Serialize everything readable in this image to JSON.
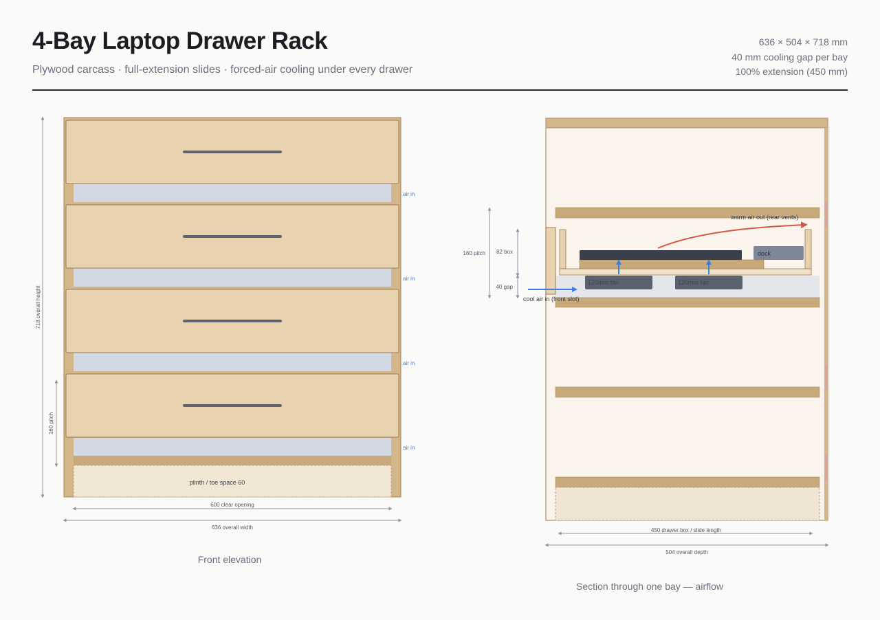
{
  "header": {
    "title": "4-Bay Laptop Drawer Rack",
    "subtitle": "Plywood carcass · full-extension slides · forced-air cooling under every drawer",
    "specs": [
      "636 × 504 × 718 mm",
      "40 mm cooling gap per bay",
      "100% extension (450 mm)"
    ]
  },
  "front": {
    "caption": "Front elevation",
    "air_label": "air in",
    "plinth_label": "plinth / toe space 60",
    "dim_overall_height": "718 overall height",
    "dim_pitch": "160 pitch",
    "dim_clear_opening": "600 clear opening",
    "dim_overall_width": "636 overall width"
  },
  "section": {
    "caption": "Section through one bay — airflow",
    "warm_air": "warm air out (rear vents)",
    "cool_air": "cool air in (front slot)",
    "dock": "dock",
    "fan_label": "120mm fan",
    "dim_pitch": "160 pitch",
    "dim_box": "82 box",
    "dim_gap": "40 gap",
    "dim_drawer_box": "450 drawer box / slide length",
    "dim_overall_depth": "504 overall depth"
  },
  "colors": {
    "wood": "#d3b68a",
    "drawer_face": "#e8d2b0",
    "shelf": "#c8a97c",
    "air_gap": "#d3d9e2",
    "handle": "#60636a",
    "laptop": "#3a3f4c",
    "fan": "#5b626f",
    "air_in_arrow": "#3f7fdb",
    "warm_arrow": "#d2584a",
    "dim_line": "#8c93a2"
  }
}
